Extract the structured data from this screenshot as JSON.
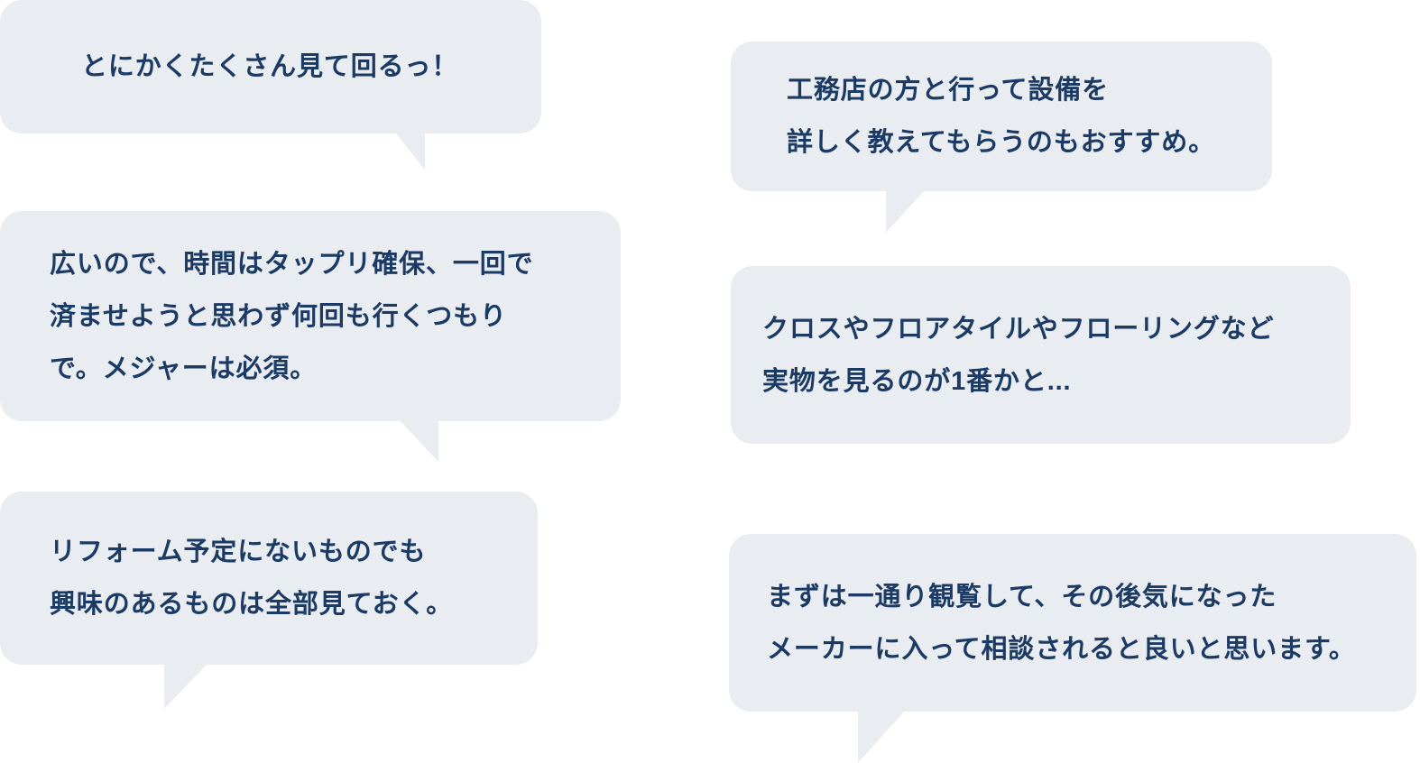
{
  "style": {
    "background": "#ffffff",
    "bubble_background": "#e9edf2",
    "text_color": "#1b3a64"
  },
  "bubbles": [
    {
      "position": "top-left",
      "tail": "bottom-right",
      "lines": [
        "とにかくたくさん見て回るっ！"
      ]
    },
    {
      "position": "top-right",
      "tail": "bottom-left",
      "lines": [
        "工務店の方と行って設備を",
        "詳しく教えてもらうのもおすすめ。"
      ]
    },
    {
      "position": "middle-left",
      "tail": "bottom-right",
      "lines": [
        "広いので、時間はタップリ確保、一回で",
        "済ませようと思わず何回も行くつもり",
        "で。メジャーは必須。"
      ]
    },
    {
      "position": "middle-right",
      "tail": "none",
      "lines": [
        "クロスやフロアタイルやフローリングなど",
        "実物を見るのが1番かと..."
      ]
    },
    {
      "position": "bottom-left",
      "tail": "bottom-left",
      "lines": [
        "リフォーム予定にないものでも",
        "興味のあるものは全部見ておく。"
      ]
    },
    {
      "position": "bottom-right",
      "tail": "bottom-left",
      "lines": [
        "まずは一通り観覧して、その後気になった",
        "メーカーに入って相談されると良いと思います。"
      ]
    }
  ]
}
